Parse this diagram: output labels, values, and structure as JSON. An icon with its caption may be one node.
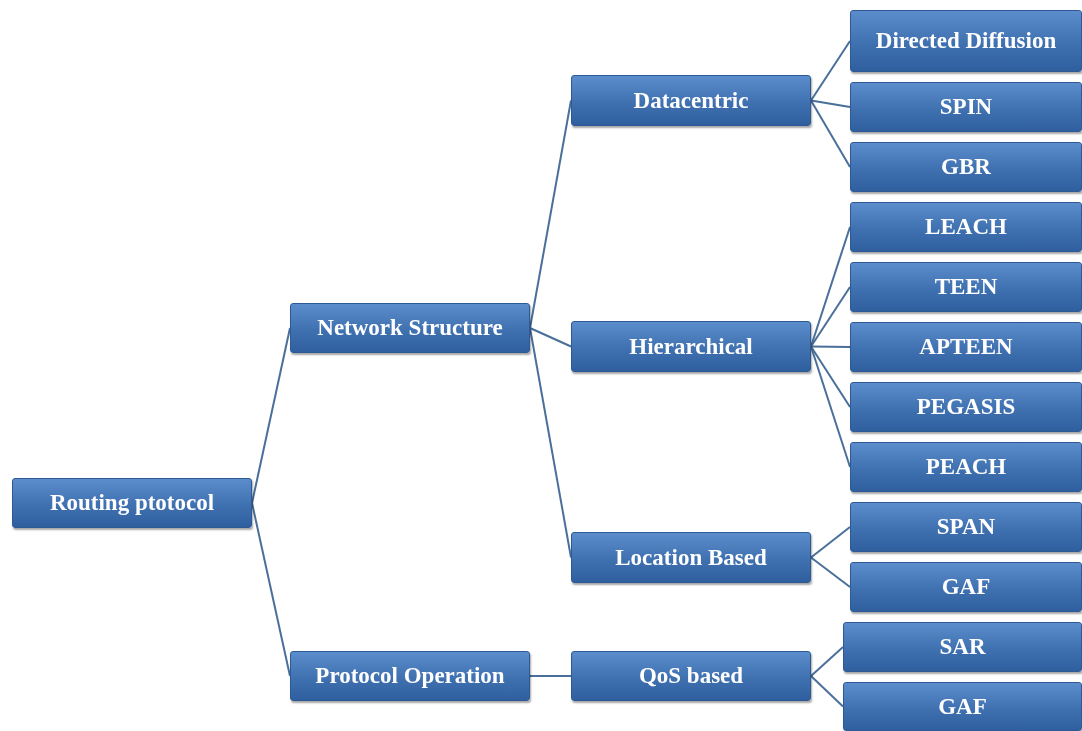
{
  "diagram": {
    "nodes": [
      {
        "text": [
          "Routing ptotocol"
        ]
      },
      {
        "text": [
          "Network Structure"
        ]
      },
      {
        "text": [
          "Protocol Operation"
        ]
      },
      {
        "text": [
          "Datacentric"
        ]
      },
      {
        "text": [
          "Hierarchical"
        ]
      },
      {
        "text": [
          "Location Based"
        ]
      },
      {
        "text": [
          "QoS based"
        ]
      },
      {
        "text": [
          "Directed Diffusion"
        ]
      },
      {
        "text": [
          "SPIN"
        ]
      },
      {
        "text": [
          "GBR"
        ]
      },
      {
        "text": [
          "LEACH"
        ]
      },
      {
        "text": [
          "TEEN"
        ]
      },
      {
        "text": [
          "APTEEN"
        ]
      },
      {
        "text": [
          "PEGASIS"
        ]
      },
      {
        "text": [
          "PEACH"
        ]
      },
      {
        "text": [
          "SPAN"
        ]
      },
      {
        "text": [
          "GAF"
        ]
      },
      {
        "text": [
          "SAR"
        ]
      },
      {
        "text": [
          "GAF"
        ]
      }
    ],
    "edges": [
      {
        "from": 0,
        "to": 1,
        "arrow": "none"
      },
      {
        "from": 0,
        "to": 2,
        "arrow": "none"
      },
      {
        "from": 1,
        "to": 3,
        "arrow": "none"
      },
      {
        "from": 1,
        "to": 4,
        "arrow": "none"
      },
      {
        "from": 1,
        "to": 5,
        "arrow": "none"
      },
      {
        "from": 2,
        "to": 6,
        "arrow": "none"
      },
      {
        "from": 3,
        "to": 7,
        "arrow": "none"
      },
      {
        "from": 3,
        "to": 8,
        "arrow": "none"
      },
      {
        "from": 3,
        "to": 9,
        "arrow": "none"
      },
      {
        "from": 4,
        "to": 10,
        "arrow": "none"
      },
      {
        "from": 4,
        "to": 11,
        "arrow": "none"
      },
      {
        "from": 4,
        "to": 12,
        "arrow": "none"
      },
      {
        "from": 4,
        "to": 13,
        "arrow": "none"
      },
      {
        "from": 4,
        "to": 14,
        "arrow": "none"
      },
      {
        "from": 5,
        "to": 15,
        "arrow": "none"
      },
      {
        "from": 5,
        "to": 16,
        "arrow": "none"
      },
      {
        "from": 6,
        "to": 17,
        "arrow": "none"
      },
      {
        "from": 6,
        "to": 18,
        "arrow": "none"
      }
    ]
  }
}
